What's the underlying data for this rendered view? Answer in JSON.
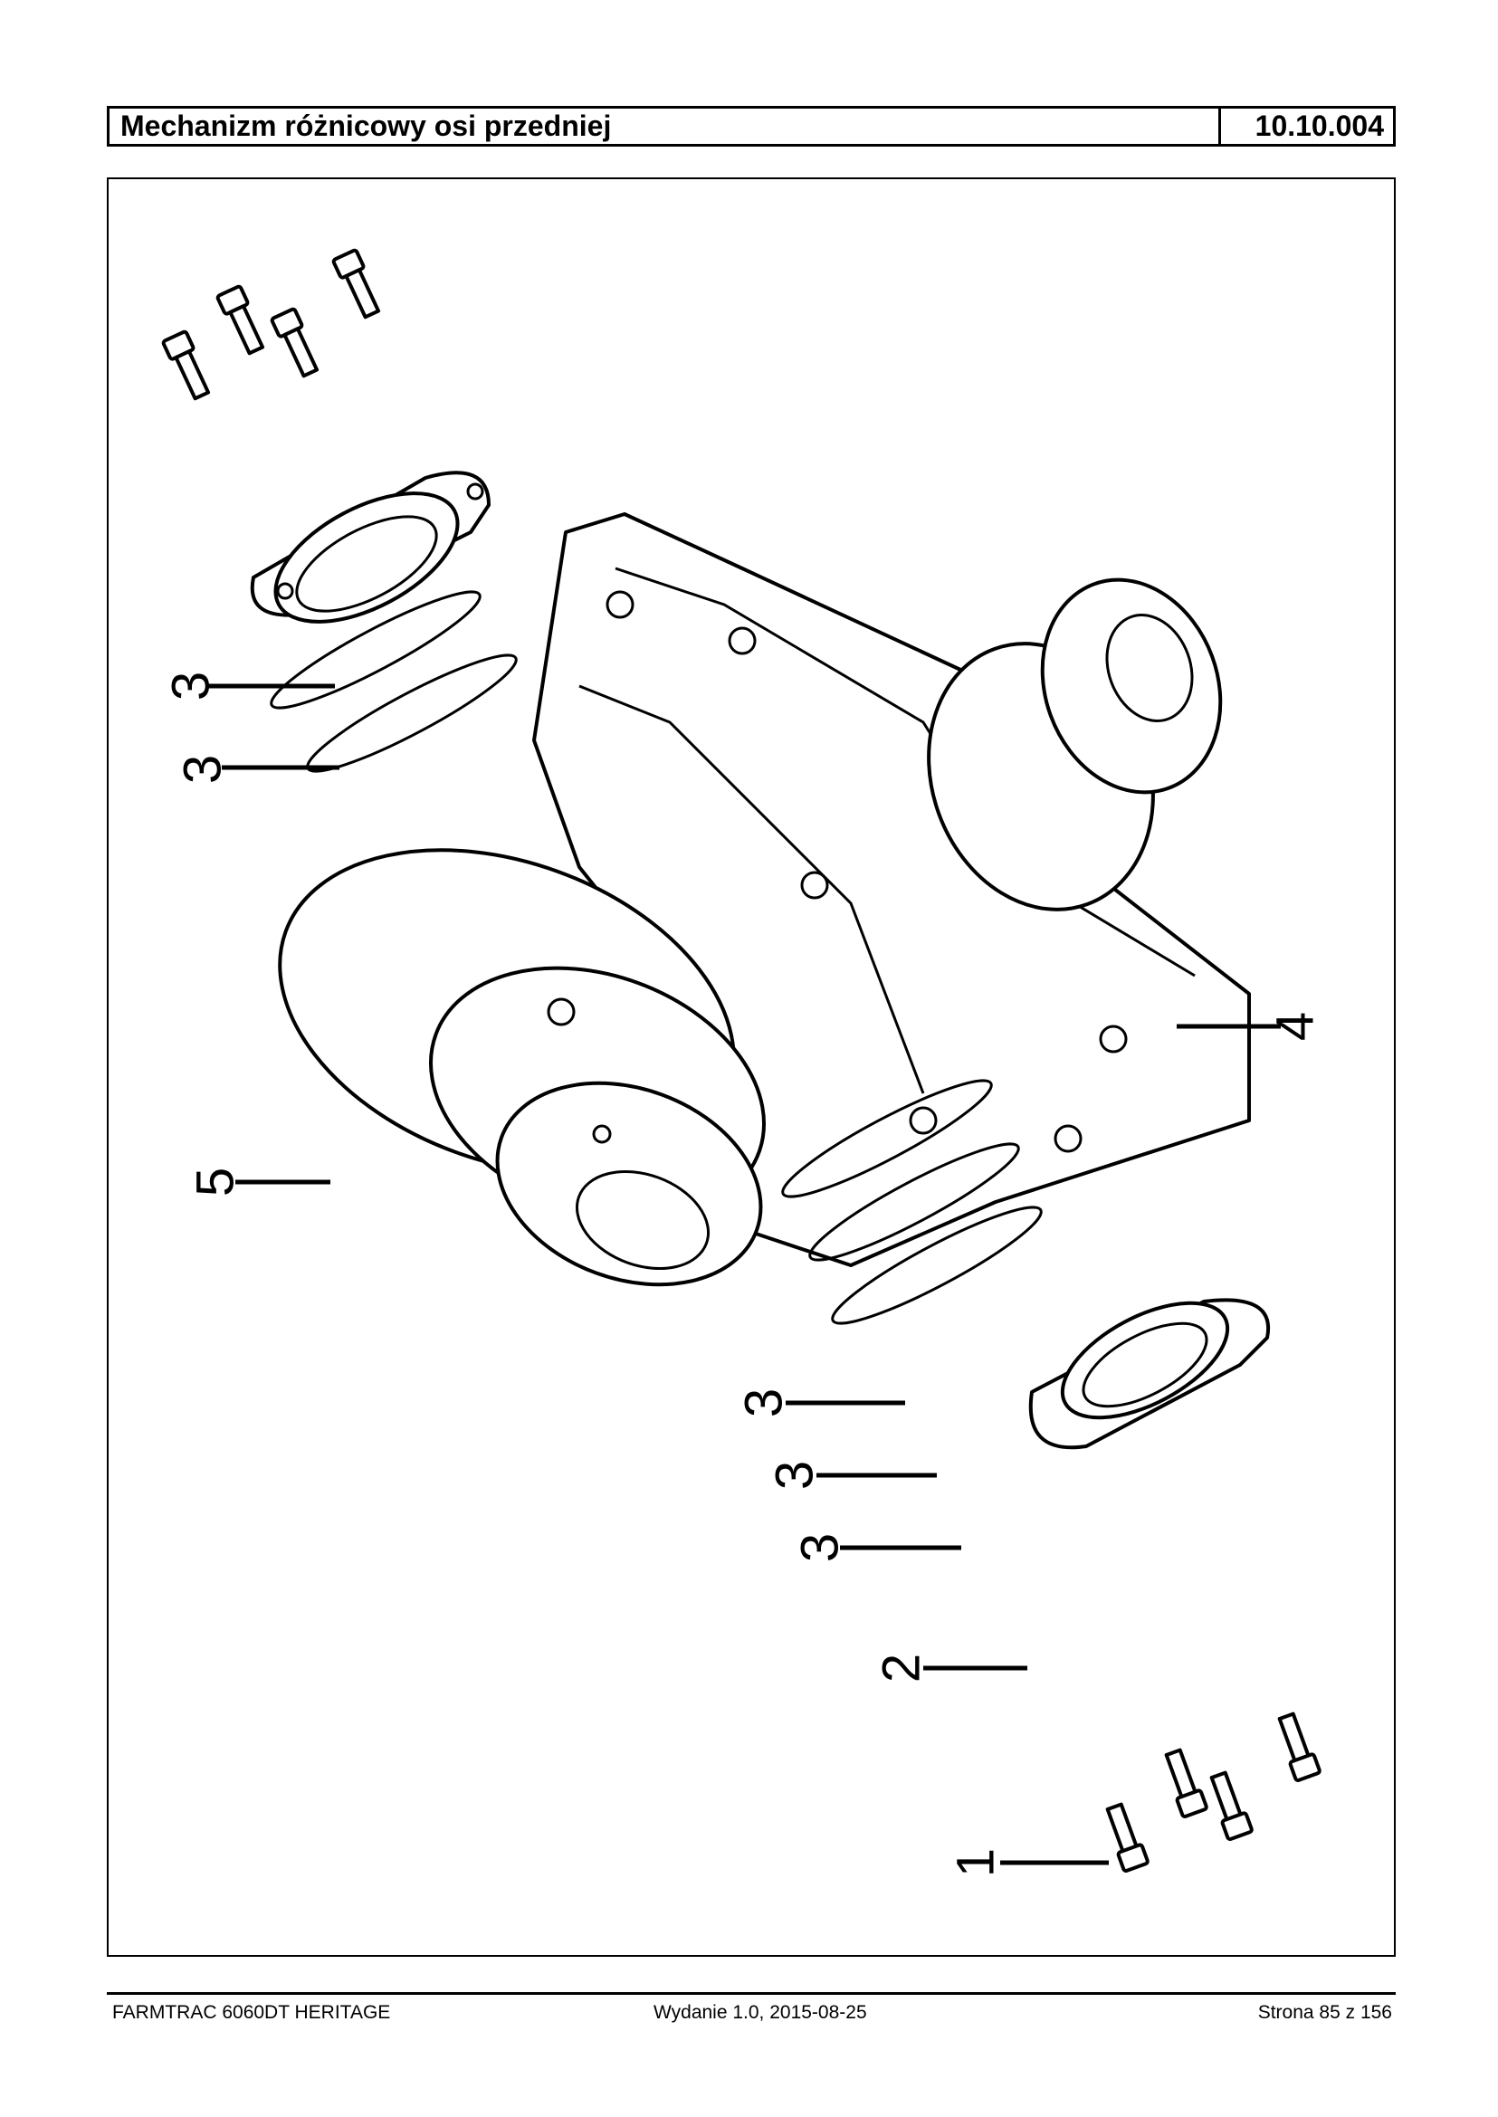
{
  "header": {
    "title": "Mechanizm różnicowy osi przedniej",
    "code": "10.10.004"
  },
  "callouts": {
    "c1": "1",
    "c2": "2",
    "c3a": "3",
    "c3b": "3",
    "c3c": "3",
    "c3d": "3",
    "c3e": "3",
    "c4": "4",
    "c5": "5"
  },
  "footer": {
    "left": "FARMTRAC 6060DT HERITAGE",
    "center": "Wydanie 1.0,  2015-08-25",
    "right": "Strona 85 z 156"
  }
}
